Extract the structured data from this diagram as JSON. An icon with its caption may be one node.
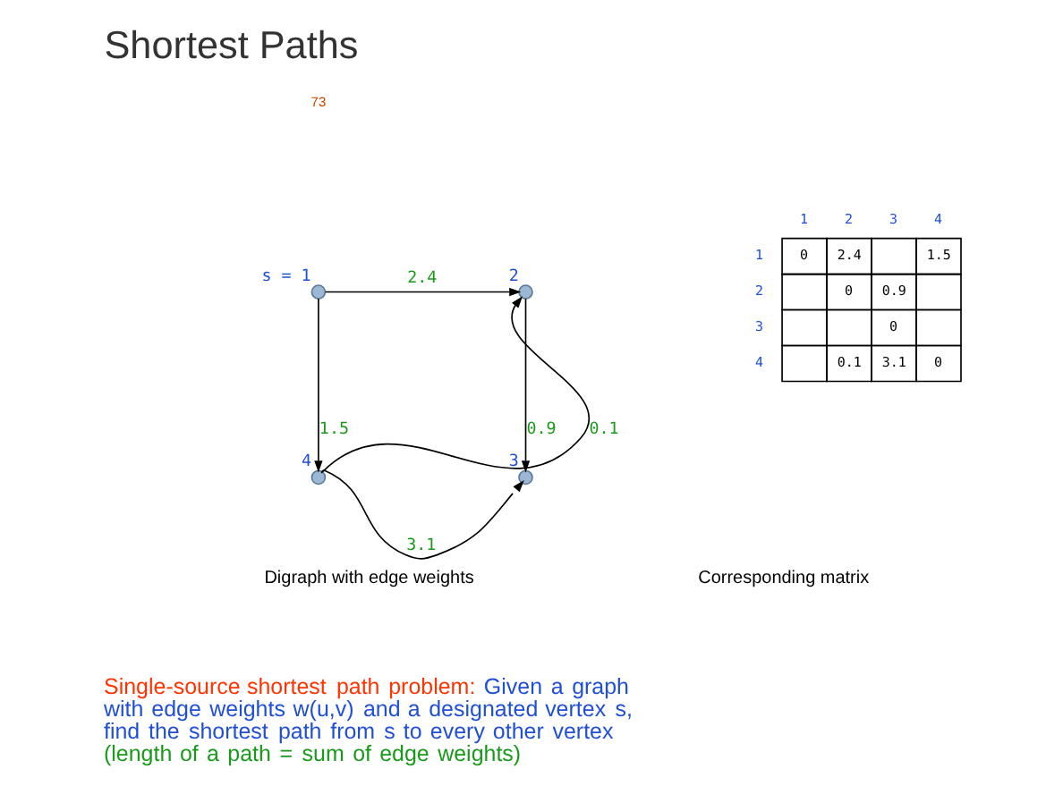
{
  "diagram": {
    "title": "Shortest Paths",
    "nodes": [
      {
        "text": [],
        "shape": "circle",
        "beside": [
          "s = 1"
        ]
      },
      {
        "text": [],
        "shape": "circle",
        "beside": [
          "2"
        ]
      },
      {
        "text": [],
        "shape": "circle",
        "beside": [
          "3"
        ]
      },
      {
        "text": [],
        "shape": "circle",
        "beside": [
          "4"
        ]
      }
    ],
    "edges": [
      {
        "from": 0,
        "to": 1,
        "arrow": "to",
        "label": "2.4"
      },
      {
        "from": 0,
        "to": 3,
        "arrow": "to",
        "label": "1.5"
      },
      {
        "from": 3,
        "to": 1,
        "arrow": "to",
        "label": "0.1"
      },
      {
        "from": 1,
        "to": 2,
        "arrow": "to",
        "label": "0.9"
      },
      {
        "from": 3,
        "to": 2,
        "arrow": "to",
        "label": "3.1"
      }
    ],
    "labels": [
      "73",
      "1",
      "2",
      "3",
      "4",
      "1",
      "0",
      "2.4",
      "1.5",
      "2",
      "0",
      "0.9",
      "3",
      "0",
      "4",
      "0.1",
      "3.1",
      "0",
      "Digraph with edge weights",
      "Corresponding matrix",
      "Single-source shortest path problem:",
      "Given a graph with edge weights w(u,v) and a designated vertex s, find the shortest path from s to every other vertex",
      "(length of a path = sum of edge weights)"
    ]
  }
}
